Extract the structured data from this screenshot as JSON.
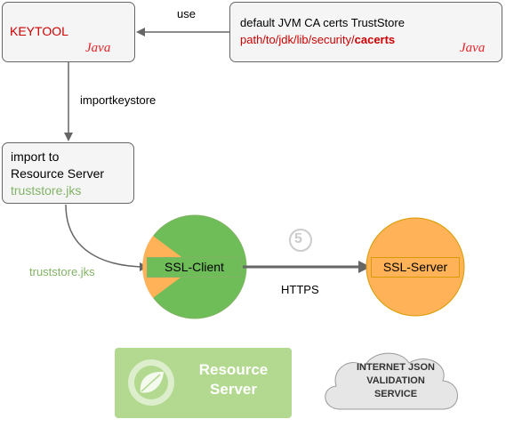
{
  "keytool_box": {
    "label": "KEYTOOL",
    "java_logo_text": "Java"
  },
  "truststore_box": {
    "line1": "default JVM CA certs TrustStore",
    "path_prefix": "path/to/jdk/lib/security/",
    "path_file": "cacerts",
    "java_logo_text": "Java"
  },
  "edge_labels": {
    "use": "use",
    "importkeystore": "importkeystore",
    "truststore_jks": "truststore.jks",
    "https": "HTTPS"
  },
  "import_box": {
    "line1": "import to",
    "line2": "Resource Server",
    "line3": "truststore.jks"
  },
  "ssl_client": {
    "label": "SSL-Client"
  },
  "ssl_server": {
    "label": "SSL-Server"
  },
  "step_marker": "5",
  "resource_server": {
    "line1": "Resource",
    "line2": "Server"
  },
  "cloud": {
    "line1": "INTERNET JSON",
    "line2": "VALIDATION",
    "line3": "SERVICE"
  },
  "colors": {
    "red": "#cc0000",
    "green_text": "#82b366",
    "client_green": "#6ebd58",
    "server_orange": "#ffb257",
    "spring_green": "#b2d98f"
  }
}
